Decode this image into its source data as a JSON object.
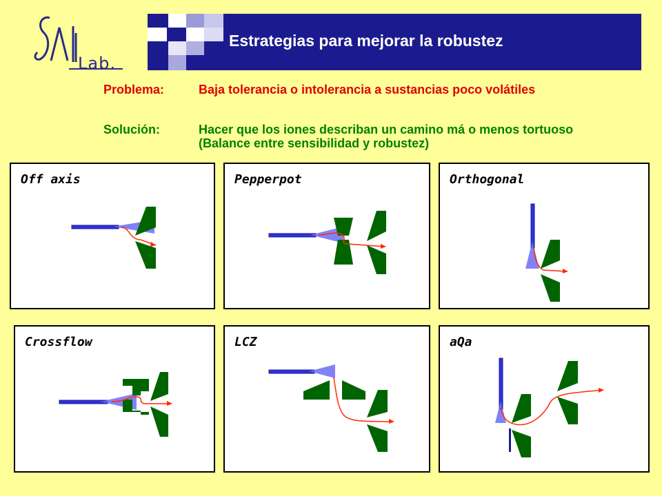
{
  "logo": {
    "text": "Lab."
  },
  "title": "Estrategias para mejorar la robustez",
  "problem": {
    "label": "Problema:",
    "text": "Baja tolerancia o intolerancia a sustancias poco volátiles"
  },
  "solution": {
    "label": "Solución:",
    "text": "Hacer que los iones describan un camino má o menos tortuoso (Balance entre sensibilidad y robustez)"
  },
  "panels": {
    "off_axis": "Off axis",
    "pepperpot": "Pepperpot",
    "orthogonal": "Orthogonal",
    "crossflow": "Crossflow",
    "lcz": "LCZ",
    "aqa": "aQa"
  },
  "colors": {
    "background": "#FFFF99",
    "title_bar": "#1B1B8F",
    "problem": "#E00000",
    "solution": "#008000",
    "cone": "#6C6CF5",
    "electrode": "#006400",
    "path": "#FF2A00"
  }
}
